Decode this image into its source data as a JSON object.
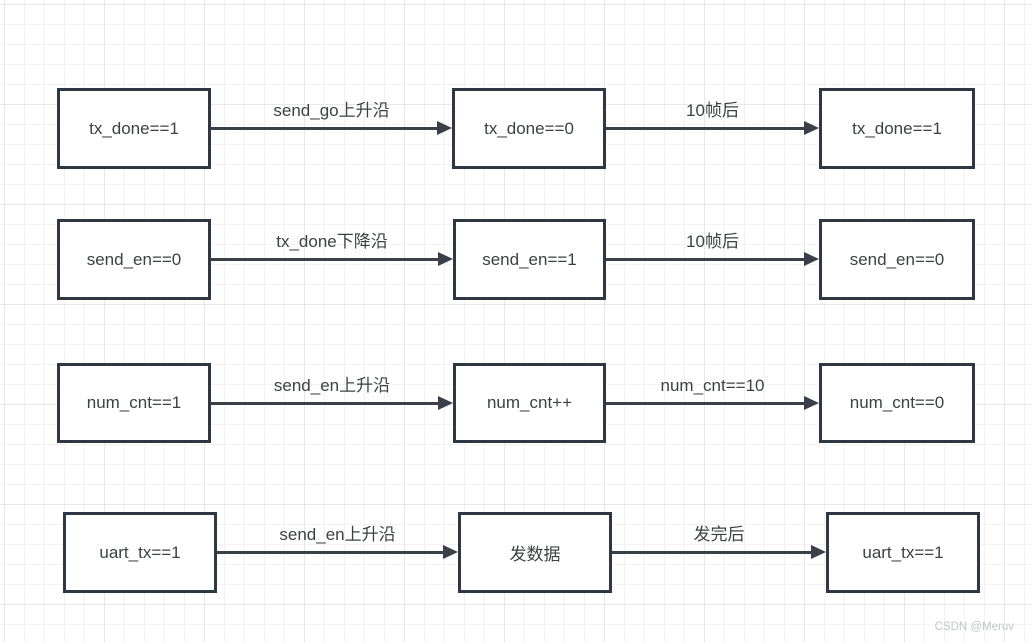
{
  "watermark": "CSDN @Meruv",
  "colors": {
    "background": "#ffffff",
    "box_border": "#2f3742",
    "arrow": "#3a4047",
    "text": "#3d4144",
    "grid_minor": "#f2f2f2",
    "grid_major": "#e7e7e7",
    "watermark": "#c2c6ca"
  },
  "diagram": {
    "type": "state-flow",
    "rows": [
      {
        "nodes": [
          "tx_done==1",
          "tx_done==0",
          "tx_done==1"
        ],
        "edges": [
          "send_go上升沿",
          "10帧后"
        ]
      },
      {
        "nodes": [
          "send_en==0",
          "send_en==1",
          "send_en==0"
        ],
        "edges": [
          "tx_done下降沿",
          "10帧后"
        ]
      },
      {
        "nodes": [
          "num_cnt==1",
          "num_cnt++",
          "num_cnt==0"
        ],
        "edges": [
          "send_en上升沿",
          "num_cnt==10"
        ]
      },
      {
        "nodes": [
          "uart_tx==1",
          "发数据",
          "uart_tx==1"
        ],
        "edges": [
          "send_en上升沿",
          "发完后"
        ]
      }
    ]
  }
}
